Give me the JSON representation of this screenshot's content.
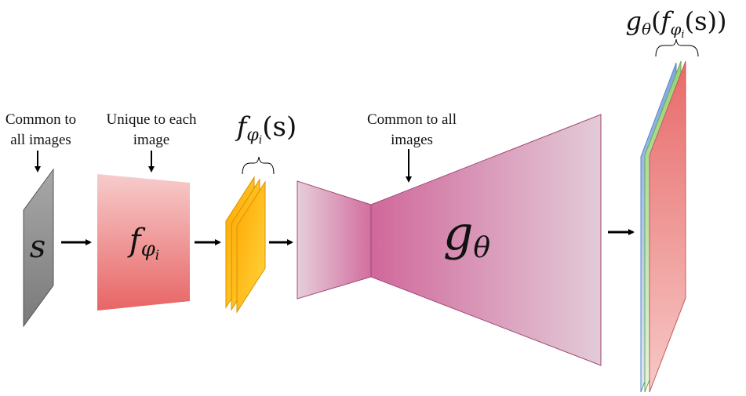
{
  "annotations": {
    "input_note_line1": "Common to",
    "input_note_line2": "all images",
    "encoder_note_line1": "Unique to each",
    "encoder_note_line2": "image",
    "decoder_note_line1": "Common to all",
    "decoder_note_line2": "images"
  },
  "symbols": {
    "input": "s",
    "encoder": "f",
    "encoder_sub": "φ",
    "encoder_sub_sub": "i",
    "latent_f": "f",
    "latent_sub": "φ",
    "latent_sub_sub": "i",
    "latent_arg": "(s)",
    "decoder": "g",
    "decoder_sub": "θ",
    "output_g": "g",
    "output_g_sub": "θ",
    "output_open": "(",
    "output_f": "f",
    "output_f_sub": "φ",
    "output_f_sub_sub": "i",
    "output_inner": "(s))"
  },
  "colors": {
    "input_plane": "#8c8c8c",
    "encoder_top": "#f5c2c2",
    "encoder_bottom": "#e86a6a",
    "latent": "#ffb300",
    "decoder_dark": "#d4699c",
    "decoder_light": "#e3c8d6",
    "output_blue": "#7ea6e0",
    "output_green": "#97d077",
    "output_red": "#ea6b66"
  }
}
